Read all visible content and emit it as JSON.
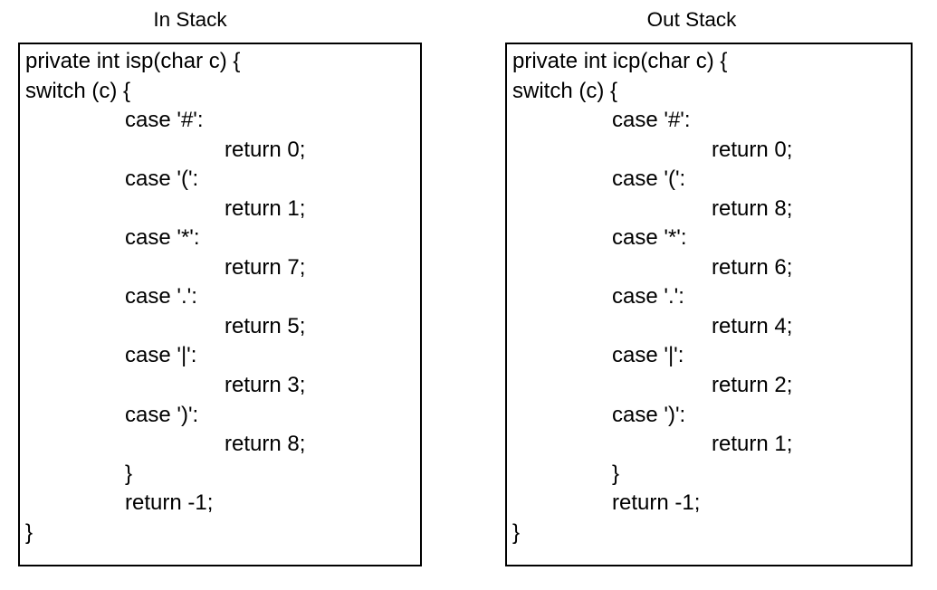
{
  "colors": {
    "page_background": "#ffffff",
    "text": "#000000",
    "box_border": "#000000"
  },
  "panels": [
    {
      "id": "in-stack",
      "title": "In Stack",
      "code_lines": [
        {
          "indent": 0,
          "text": "private int isp(char c) {"
        },
        {
          "indent": 0,
          "text": "switch (c) {"
        },
        {
          "indent": 1,
          "text": "case '#':"
        },
        {
          "indent": 2,
          "text": "return 0;"
        },
        {
          "indent": 1,
          "text": "case '(':"
        },
        {
          "indent": 2,
          "text": "return 1;"
        },
        {
          "indent": 1,
          "text": "case '*':"
        },
        {
          "indent": 2,
          "text": "return 7;"
        },
        {
          "indent": 1,
          "text": "case '.':"
        },
        {
          "indent": 2,
          "text": "return 5;"
        },
        {
          "indent": 1,
          "text": "case '|':"
        },
        {
          "indent": 2,
          "text": "return 3;"
        },
        {
          "indent": 1,
          "text": "case ')':"
        },
        {
          "indent": 2,
          "text": "return 8;"
        },
        {
          "indent": 1,
          "text": "}"
        },
        {
          "indent": 1,
          "text": "return -1;"
        },
        {
          "indent": 0,
          "text": "}"
        }
      ]
    },
    {
      "id": "out-stack",
      "title": "Out Stack",
      "code_lines": [
        {
          "indent": 0,
          "text": "private int icp(char c) {"
        },
        {
          "indent": 0,
          "text": "switch (c) {"
        },
        {
          "indent": 1,
          "text": "case '#':"
        },
        {
          "indent": 2,
          "text": "return 0;"
        },
        {
          "indent": 1,
          "text": "case '(':"
        },
        {
          "indent": 2,
          "text": "return 8;"
        },
        {
          "indent": 1,
          "text": "case '*':"
        },
        {
          "indent": 2,
          "text": "return 6;"
        },
        {
          "indent": 1,
          "text": "case '.':"
        },
        {
          "indent": 2,
          "text": "return 4;"
        },
        {
          "indent": 1,
          "text": "case '|':"
        },
        {
          "indent": 2,
          "text": "return 2;"
        },
        {
          "indent": 1,
          "text": "case ')':"
        },
        {
          "indent": 2,
          "text": "return 1;"
        },
        {
          "indent": 1,
          "text": "}"
        },
        {
          "indent": 1,
          "text": "return -1;"
        },
        {
          "indent": 0,
          "text": "}"
        }
      ]
    }
  ]
}
